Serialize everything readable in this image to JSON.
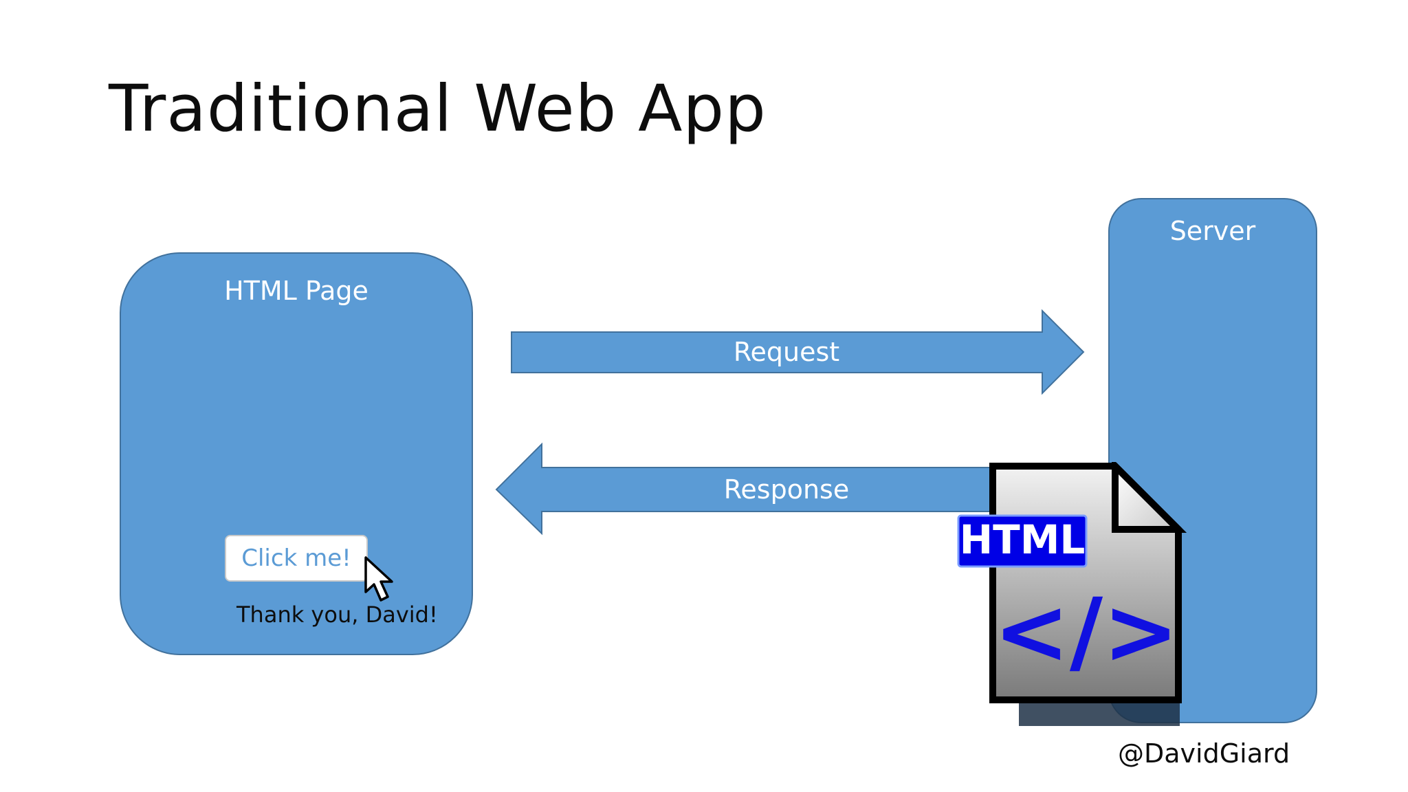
{
  "slide": {
    "title": "Traditional Web App",
    "handle": "@DavidGiard"
  },
  "html_page": {
    "title": "HTML Page",
    "button_label": "Click me!",
    "message": "Thank you, David!"
  },
  "server": {
    "title": "Server"
  },
  "arrows": {
    "request_label": "Request",
    "response_label": "Response"
  },
  "file_icon": {
    "badge_text": "HTML",
    "code_glyph": "</>",
    "icon_name": "html-file-icon"
  },
  "colors": {
    "box_fill": "#5b9bd5",
    "box_border": "#41719c",
    "badge_blue": "#0000e6"
  }
}
